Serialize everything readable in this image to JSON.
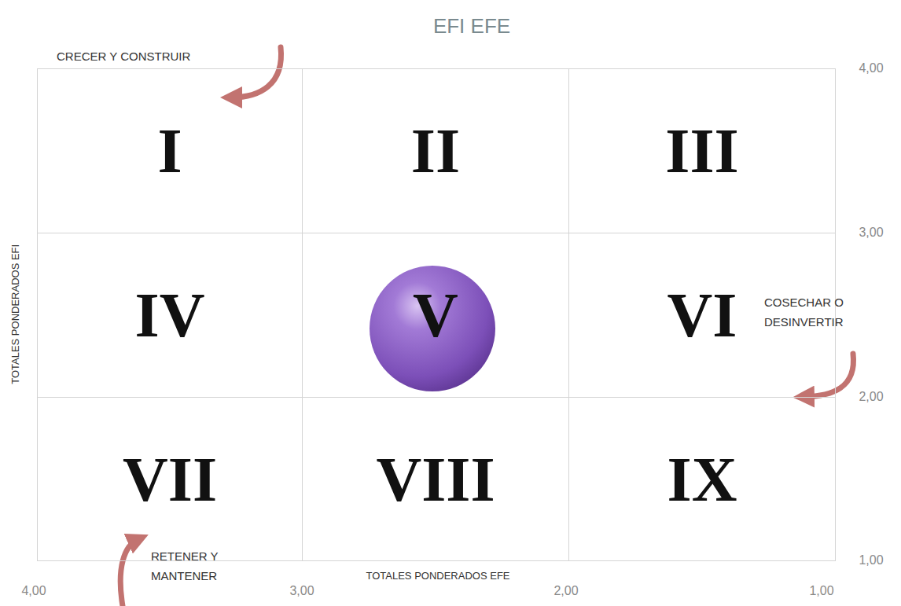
{
  "diagram": {
    "title": "EFI EFE",
    "nodes": [
      {
        "text": [
          "I"
        ]
      },
      {
        "text": [
          "II"
        ]
      },
      {
        "text": [
          "III"
        ]
      },
      {
        "text": [
          "IV"
        ]
      },
      {
        "text": [
          "V"
        ]
      },
      {
        "text": [
          "VI"
        ]
      },
      {
        "text": [
          "VII"
        ]
      },
      {
        "text": [
          "VIII"
        ]
      },
      {
        "text": [
          "IX"
        ]
      }
    ],
    "labels": [
      "CRECER Y CONSTRUIR",
      "COSECHAR O DESINVERTIR",
      "RETENER Y MANTENER",
      "TOTALES PONDERADOS EFI",
      "TOTALES PONDERADOS EFE",
      "4,00",
      "3,00",
      "2,00",
      "1,00",
      "4,00",
      "3,00",
      "2,00",
      "1,00"
    ]
  }
}
